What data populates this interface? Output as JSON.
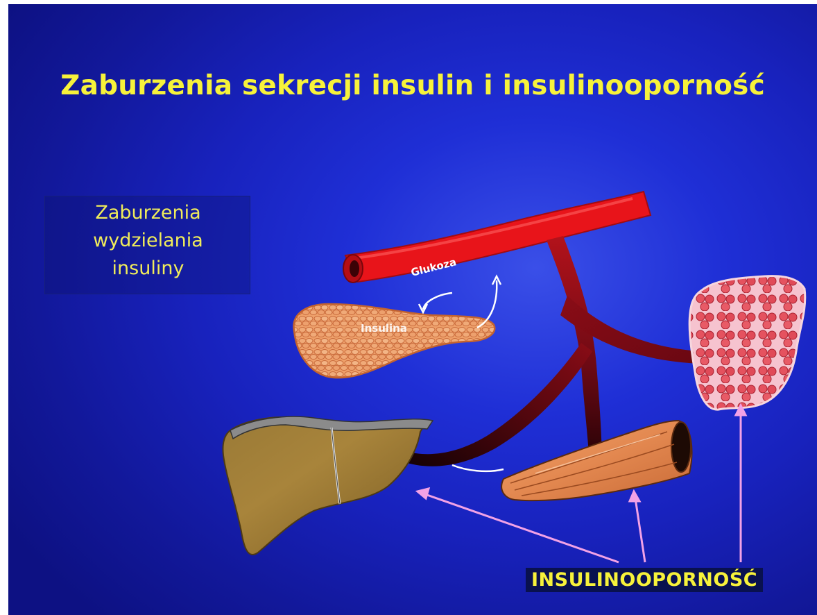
{
  "title": "Zaburzenia sekrecji insulin i insulinooporność",
  "side_label": {
    "line1": "Zaburzenia",
    "line2": "wydzielania",
    "line3": "insuliny"
  },
  "vessel_label": "Glukoza",
  "pancreas_label": "Insulina",
  "bottom_label": "INSULINOOPORNOŚĆ",
  "colors": {
    "title": "#f7f23a",
    "label_text": "#f0ec5a",
    "background": "#1f2fd6",
    "vessel": "#e8141a",
    "pink_arrow": "#f2a2e6"
  },
  "icons": [
    "blood-vessel-icon",
    "pancreas-icon",
    "liver-icon",
    "muscle-icon",
    "fat-tissue-icon"
  ]
}
